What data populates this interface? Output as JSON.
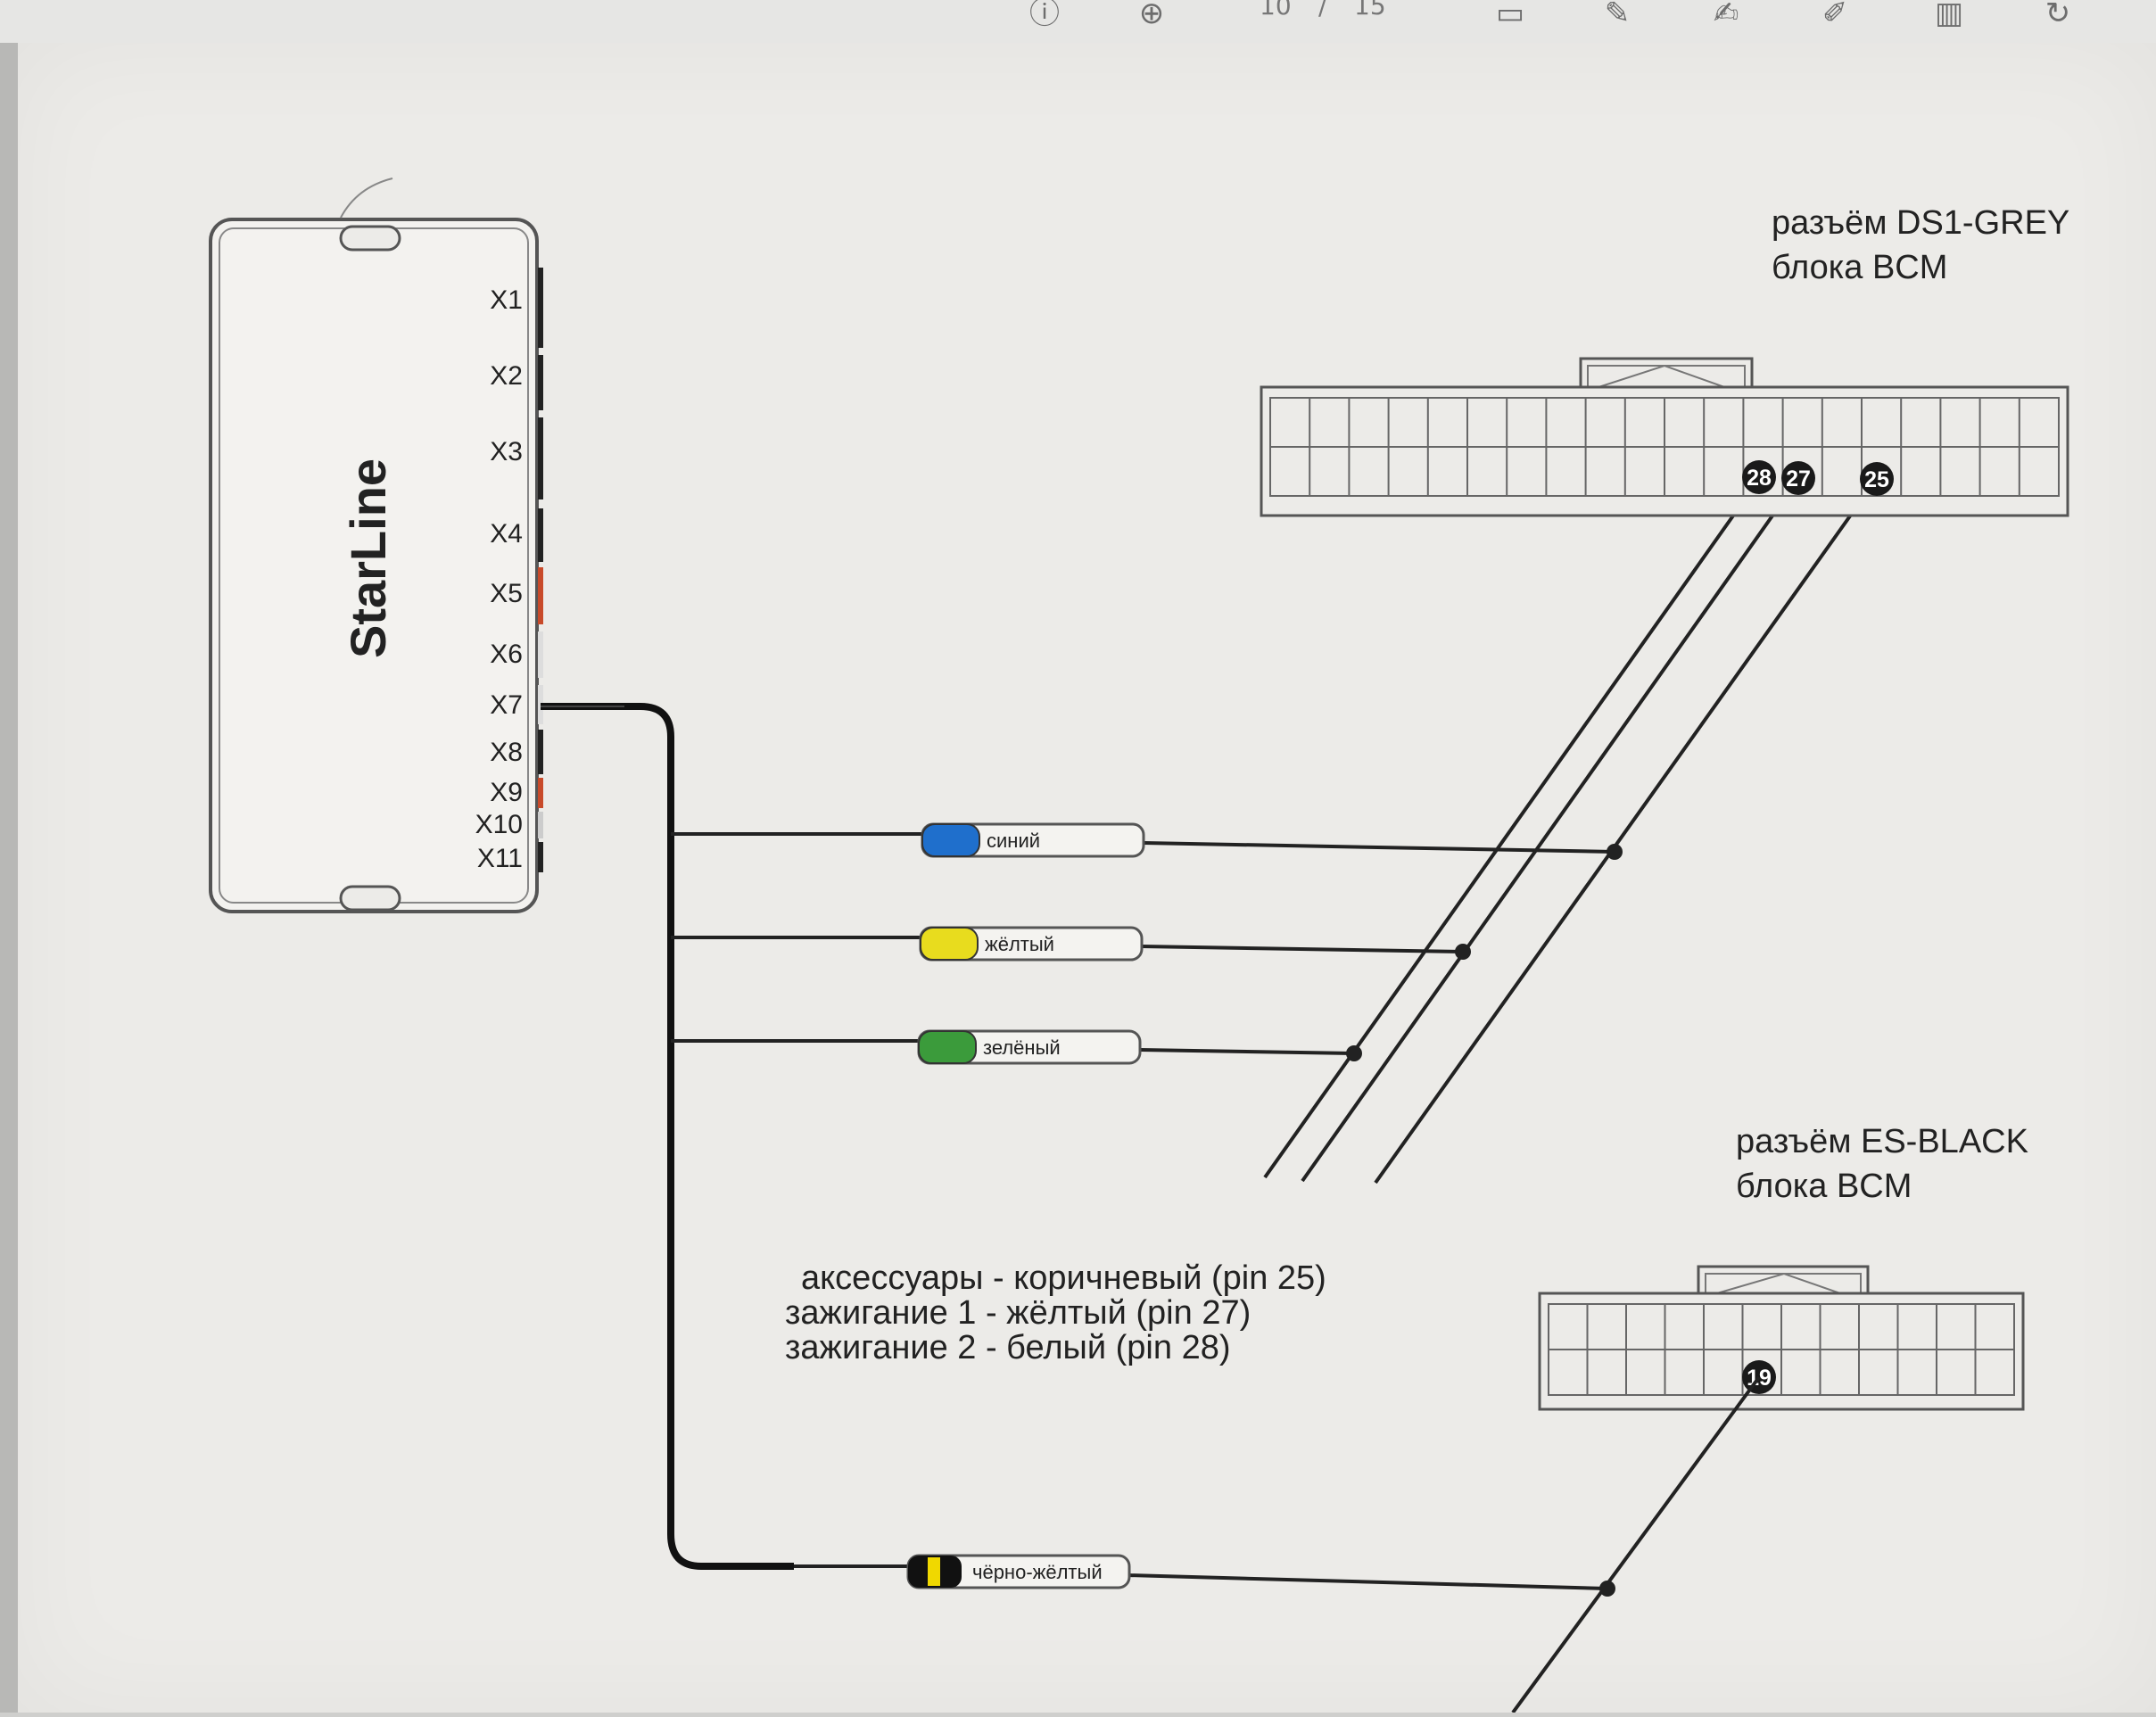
{
  "toolbar": {
    "page_current": "10",
    "page_separator": "/",
    "page_total": "15",
    "icons": [
      "info-icon",
      "download-icon",
      "comment-icon",
      "pen-icon",
      "signature-icon",
      "edit-icon",
      "trash-icon",
      "rotate-icon"
    ]
  },
  "alarm_unit": {
    "brand": "StarLine",
    "ports": [
      "X1",
      "X2",
      "X3",
      "X4",
      "X5",
      "X6",
      "X7",
      "X8",
      "X9",
      "X10",
      "X11"
    ]
  },
  "wires": [
    {
      "color_name": "синий",
      "color": "#1f6fcc"
    },
    {
      "color_name": "жёлтый",
      "color": "#e8dc1e"
    },
    {
      "color_name": "зелёный",
      "color": "#3b9b3b"
    },
    {
      "color_name": "чёрно-жёлтый",
      "color": "#111111"
    }
  ],
  "connector_ds1": {
    "title_line1": "разъём  DS1-GREY",
    "title_line2": "блока BCM",
    "pins": [
      "28",
      "27",
      "25"
    ]
  },
  "connector_es": {
    "title_line1": "разъём  ES-BLACK",
    "title_line2": "блока BCM",
    "pins": [
      "19"
    ]
  },
  "notes": [
    "аксессуары - коричневый (pin 25)",
    "зажигание 1 - жёлтый (pin 27)",
    "зажигание 2 - белый (pin 28)"
  ]
}
